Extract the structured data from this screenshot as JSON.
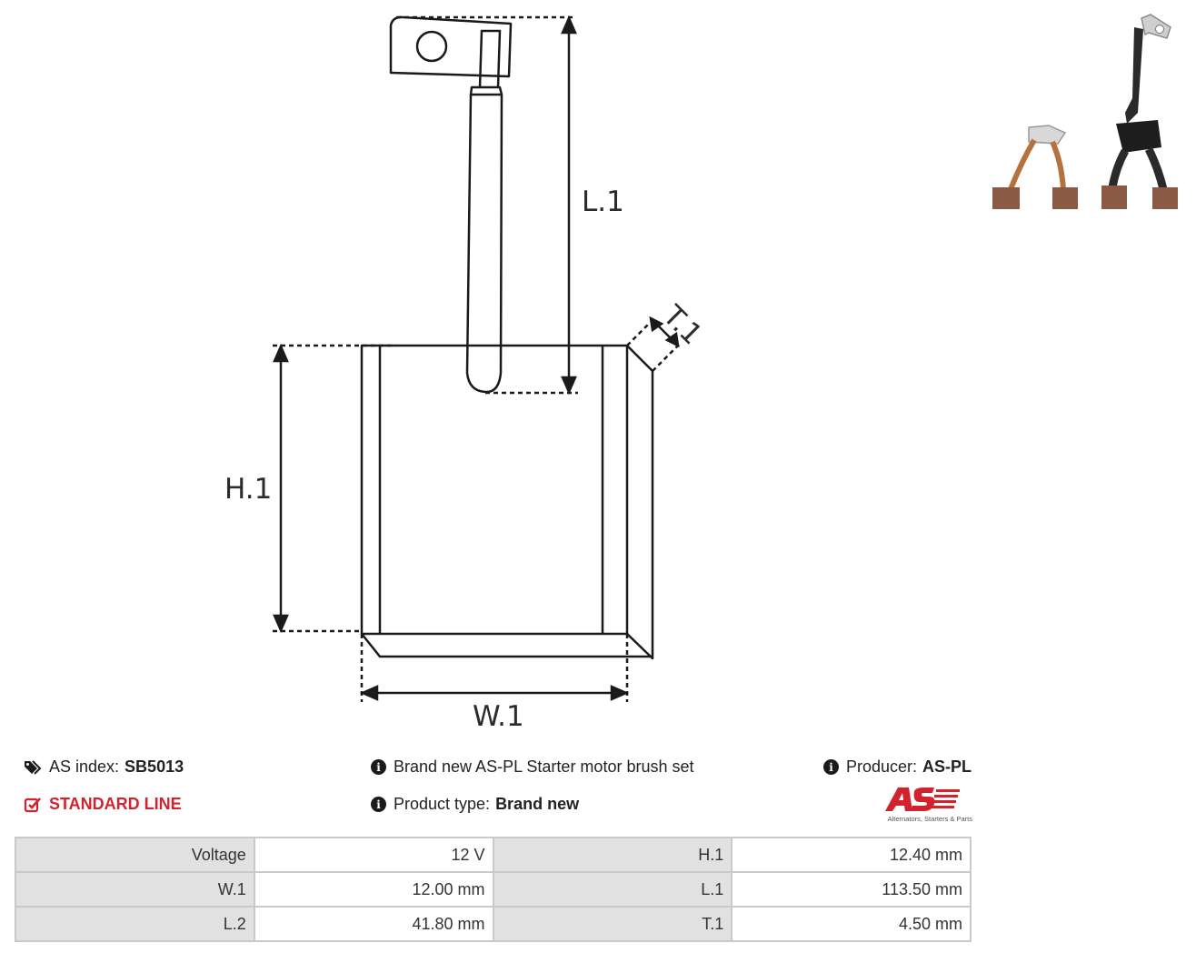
{
  "diagram": {
    "labels": {
      "l1": "L.1",
      "h1": "H.1",
      "w1": "W.1",
      "t1": "T.1"
    }
  },
  "info": {
    "as_index_label": "AS index:",
    "as_index_value": "SB5013",
    "line": "STANDARD LINE",
    "description": "Brand new AS-PL Starter motor brush set",
    "product_type_label": "Product type:",
    "product_type_value": "Brand new",
    "producer_label": "Producer:",
    "producer_value": "AS-PL"
  },
  "logo": {
    "mark": "AS",
    "tagline": "Alternators, Starters & Parts"
  },
  "specs": [
    {
      "label": "Voltage",
      "value": "12 V",
      "label2": "H.1",
      "value2": "12.40 mm"
    },
    {
      "label": "W.1",
      "value": "12.00 mm",
      "label2": "L.1",
      "value2": "113.50 mm"
    },
    {
      "label": "L.2",
      "value": "41.80 mm",
      "label2": "T.1",
      "value2": "4.50 mm"
    }
  ],
  "colors": {
    "accent_red": "#d0232d",
    "table_header_bg": "#e1e1e1",
    "table_border": "#c9c9c9"
  },
  "icons": {
    "tags": "tags-icon",
    "check_square": "check-square-icon",
    "info": "info-circle-icon"
  }
}
